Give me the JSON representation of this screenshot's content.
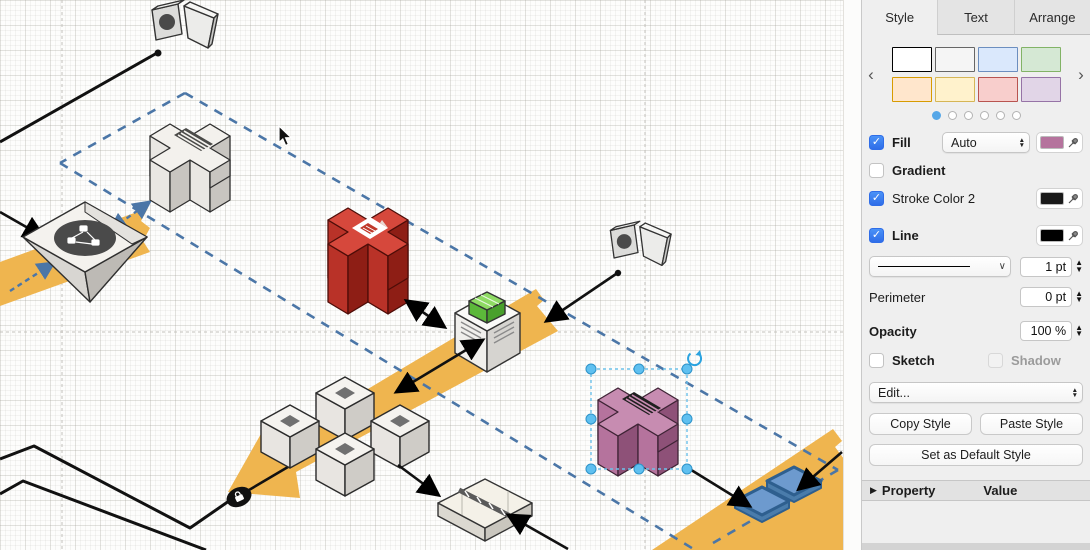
{
  "panel": {
    "tabs": [
      {
        "label": "Style",
        "active": true
      },
      {
        "label": "Text",
        "active": false
      },
      {
        "label": "Arrange",
        "active": false
      }
    ],
    "swatch_nav": {
      "prev": "‹",
      "next": "›"
    },
    "style_presets": [
      {
        "fill": "#FFFFFF",
        "stroke": "#000000"
      },
      {
        "fill": "#F5F5F5",
        "stroke": "#666666"
      },
      {
        "fill": "#DAE8FC",
        "stroke": "#6C8EBF"
      },
      {
        "fill": "#D5E8D4",
        "stroke": "#82B366"
      },
      {
        "fill": "#FFE6CC",
        "stroke": "#D79B00"
      },
      {
        "fill": "#FFF2CC",
        "stroke": "#D6B656"
      },
      {
        "fill": "#F8CECC",
        "stroke": "#B85450"
      },
      {
        "fill": "#E1D5E7",
        "stroke": "#9673A6"
      }
    ],
    "pagination": {
      "dots": 6,
      "active_index": 0
    },
    "fill": {
      "label": "Fill",
      "checked": true,
      "mode": "Auto",
      "color": "#B5739D"
    },
    "gradient": {
      "label": "Gradient",
      "checked": false
    },
    "stroke_color2": {
      "label": "Stroke Color 2",
      "checked": true,
      "color": "#1A1A1A"
    },
    "line": {
      "label": "Line",
      "checked": true,
      "color": "#000000",
      "width": "1 pt"
    },
    "perimeter": {
      "label": "Perimeter",
      "value": "0 pt"
    },
    "opacity": {
      "label": "Opacity",
      "value": "100 %"
    },
    "sketch": {
      "label": "Sketch",
      "checked": false
    },
    "shadow": {
      "label": "Shadow",
      "checked": false,
      "disabled": true
    },
    "edit": {
      "label": "Edit..."
    },
    "buttons": {
      "copy": "Copy Style",
      "paste": "Paste Style",
      "set_default": "Set as Default Style"
    },
    "property_header": {
      "property": "Property",
      "value": "Value"
    }
  },
  "canvas": {
    "selected_shape": "purple-isometric-server",
    "colors": {
      "band": "#EFB54F",
      "container_dash": "#4B76A7",
      "selection_handle": "#5FC0F0",
      "shape_red_top": "#D6483C",
      "shape_red_light": "#B93228",
      "shape_red_dark": "#8E1E15",
      "shape_purple_top": "#C78CB1",
      "shape_purple_light": "#B5739D",
      "shape_purple_dark": "#8E5178",
      "shape_green": "#7CC95F",
      "shape_blue_pill": "#6D9ACE"
    }
  }
}
